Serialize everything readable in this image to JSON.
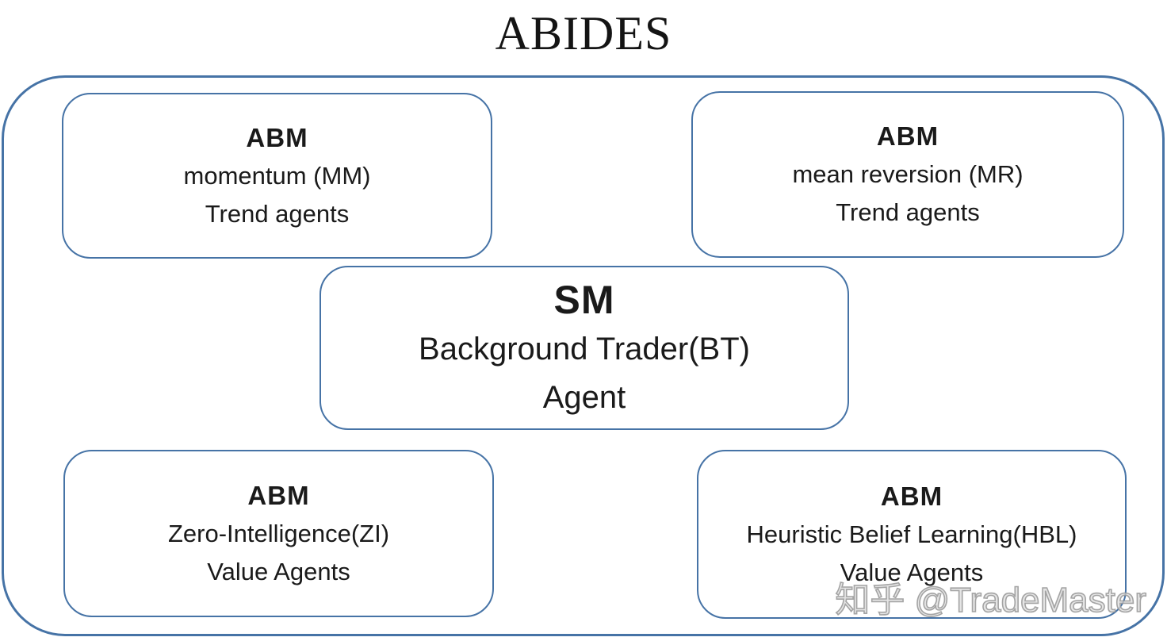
{
  "title": "ABIDES",
  "colors": {
    "border_blue": "#4673a6",
    "text_black": "#1a1a1a",
    "watermark_gray": "#a8a8a8",
    "background": "#ffffff"
  },
  "boxes": [
    {
      "heading": "ABM",
      "line2": "momentum (MM)",
      "line3": "Trend agents"
    },
    {
      "heading": "ABM",
      "line2": "mean reversion (MR)",
      "line3": "Trend agents"
    },
    {
      "heading": "SM",
      "line2": "Background Trader(BT)",
      "line3": "Agent"
    },
    {
      "heading": "ABM",
      "line2": "Zero-Intelligence(ZI)",
      "line3": "Value Agents"
    },
    {
      "heading": "ABM",
      "line2": "Heuristic Belief Learning(HBL)",
      "line3": "Value Agents"
    }
  ],
  "watermark": "知乎 @TradeMaster"
}
